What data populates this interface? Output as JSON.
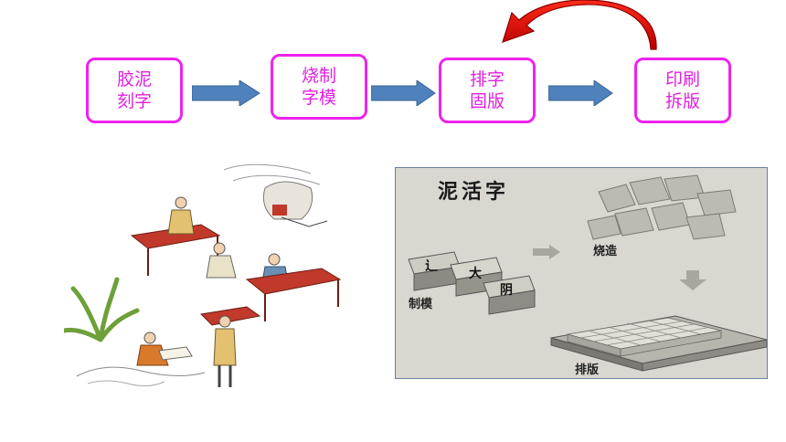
{
  "flow": {
    "steps": [
      {
        "line1": "胶泥",
        "line2": "刻字"
      },
      {
        "line1": "烧制",
        "line2": "字模"
      },
      {
        "line1": "排字",
        "line2": "固版"
      },
      {
        "line1": "印刷",
        "line2": "拆版"
      }
    ],
    "colors": {
      "box_border": "#ee22ee",
      "box_text": "#e020e0",
      "arrow_fill": "#4f81bd",
      "loop_arrow": "#d40000"
    }
  },
  "photo": {
    "title": "泥活字",
    "labels": {
      "mold": "制模",
      "fire": "烧造",
      "plate": "排版"
    },
    "type_chars": [
      "辶",
      "大",
      "阴"
    ]
  }
}
